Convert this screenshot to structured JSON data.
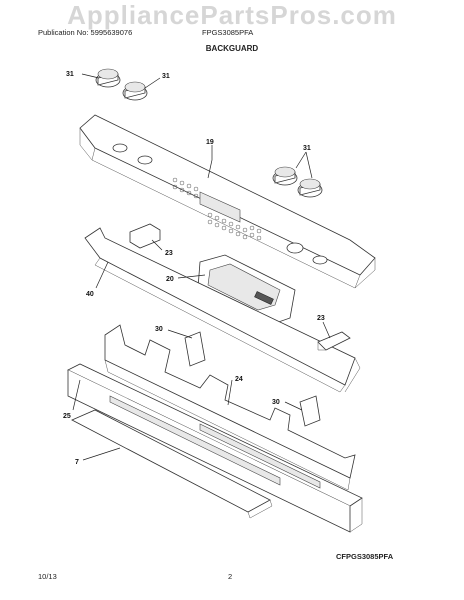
{
  "header": {
    "watermark": "AppliancePartsPros.com",
    "publication": "Publication No: 5995639076",
    "model": "FPGS3085PFA",
    "section": "BACKGUARD"
  },
  "callouts": {
    "knob_a": "31",
    "knob_b": "31",
    "knob_c": "31",
    "backguard": "19",
    "bracket_upper": "23",
    "control_board": "20",
    "trim": "40",
    "bracket_lower": "23",
    "support_left": "30",
    "panel": "24",
    "support_right": "30",
    "back_panel": "25",
    "shield": "7"
  },
  "footer": {
    "diagram_code": "CFPGS3085PFA",
    "date": "10/13",
    "page": "2"
  }
}
